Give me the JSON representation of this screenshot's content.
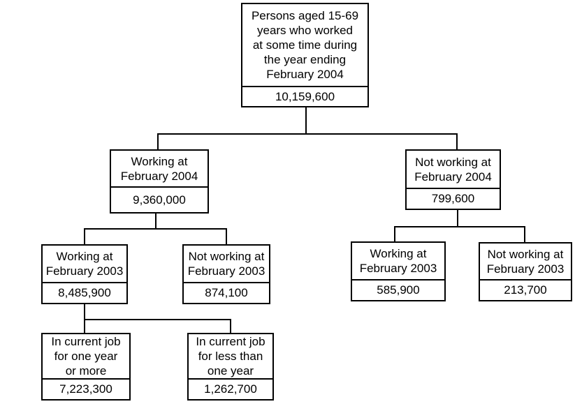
{
  "diagram": {
    "root": {
      "label": "Persons aged 15-69\nyears who worked\nat some time during\nthe year ending\nFebruary 2004",
      "value": "10,159,600"
    },
    "working_feb2004": {
      "label": "Working at\nFebruary 2004",
      "value": "9,360,000"
    },
    "not_working_feb2004": {
      "label": "Not working at\nFebruary 2004",
      "value": "799,600"
    },
    "working_feb2003": {
      "label": "Working at\nFebruary 2003",
      "value": "8,485,900"
    },
    "not_working_feb2003": {
      "label": "Not working at\nFebruary 2003",
      "value": "874,100"
    },
    "nw_working_feb2003": {
      "label": "Working at\nFebruary 2003",
      "value": "585,900"
    },
    "nw_not_working_feb2003": {
      "label": "Not working at\nFebruary 2003",
      "value": "213,700"
    },
    "current_job_one_year_plus": {
      "label": "In current job\nfor one year\nor more",
      "value": "7,223,300"
    },
    "current_job_less_one_year": {
      "label": "In current job\nfor less than\none year",
      "value": "1,262,700"
    }
  }
}
